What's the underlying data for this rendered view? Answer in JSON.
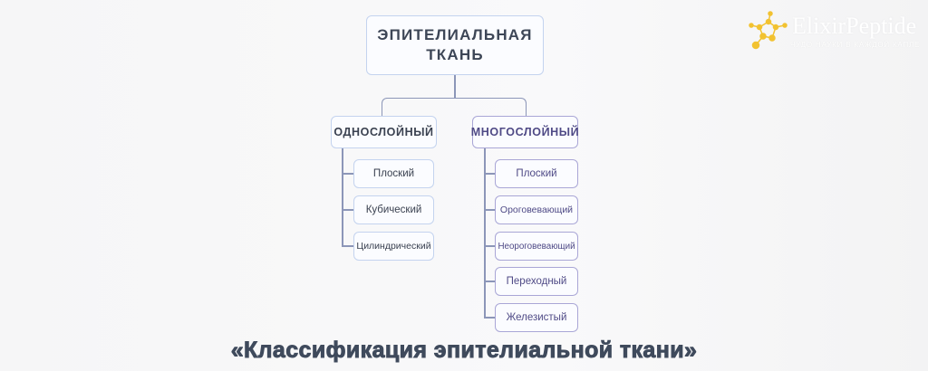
{
  "logo": {
    "name": "ElixirPeptide",
    "tagline": "Чудо науки в каждой капле"
  },
  "root": {
    "line1": "ЭПИТЕЛИАЛЬНАЯ",
    "line2": "ТКАНЬ"
  },
  "single": {
    "label": "ОДНОСЛОЙНЫЙ",
    "children": [
      "Плоский",
      "Кубический",
      "Цилиндрический"
    ]
  },
  "multi": {
    "label": "МНОГОСЛОЙНЫЙ",
    "children": [
      "Плоский",
      "Ороговевающий",
      "Неороговевающий",
      "Переходный",
      "Железистый"
    ]
  },
  "caption": "«Классификация эпителиальной ткани»",
  "colors": {
    "single_border": "#c4d3ef",
    "multi_border": "#a9a6d6",
    "multi_text": "#4f4a86",
    "line": "#8c96b8",
    "logo_accent": "#f2c230"
  }
}
